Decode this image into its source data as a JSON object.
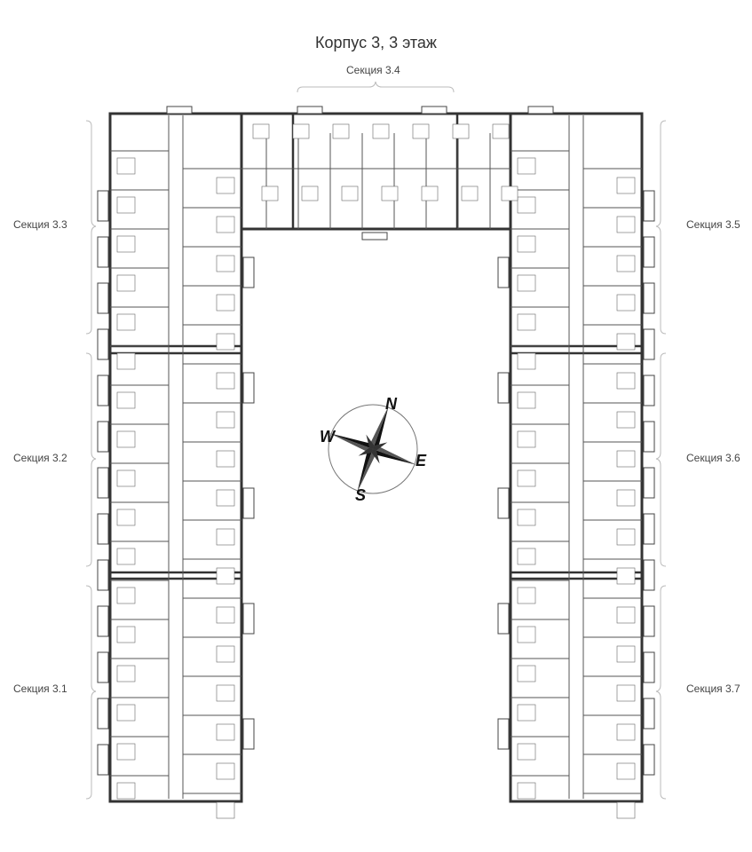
{
  "title": "Корпус 3, 3 этаж",
  "sections": {
    "s34": "Секция 3.4",
    "s33": "Секция 3.3",
    "s35": "Секция 3.5",
    "s32": "Секция 3.2",
    "s36": "Секция 3.6",
    "s31": "Секция 3.1",
    "s37": "Секция 3.7"
  },
  "compass": {
    "n": "N",
    "s": "S",
    "e": "E",
    "w": "W"
  },
  "colors": {
    "wall": "#333333",
    "bracket": "#bbbbbb",
    "compass": "#111111"
  }
}
